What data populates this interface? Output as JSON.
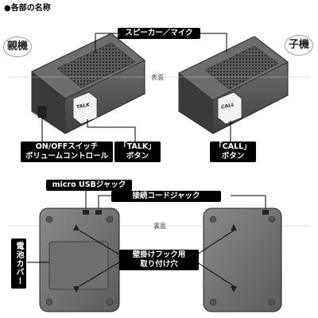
{
  "heading": "●各部の名称",
  "units": {
    "parent": "親機",
    "child": "子機"
  },
  "sections": {
    "front": "表面",
    "back": "裏面"
  },
  "callouts": {
    "speaker_mic": "スピーカー／マイク",
    "on_off_line1": "ON/OFFスイッチ",
    "on_off_line2": "ボリュームコントロール",
    "talk_line1": "「TALK」",
    "talk_line2": "ボタン",
    "call_line1": "「CALL」",
    "call_line2": "ボタン",
    "micro_usb": "micro USBジャック",
    "connection_cord": "接続コードジャック",
    "battery_cover": "電池カバー",
    "wall_hook_line1": "壁掛けフック用",
    "wall_hook_line2": "取り付け穴"
  },
  "device_buttons": {
    "talk": "TALK",
    "call": "CALL"
  }
}
